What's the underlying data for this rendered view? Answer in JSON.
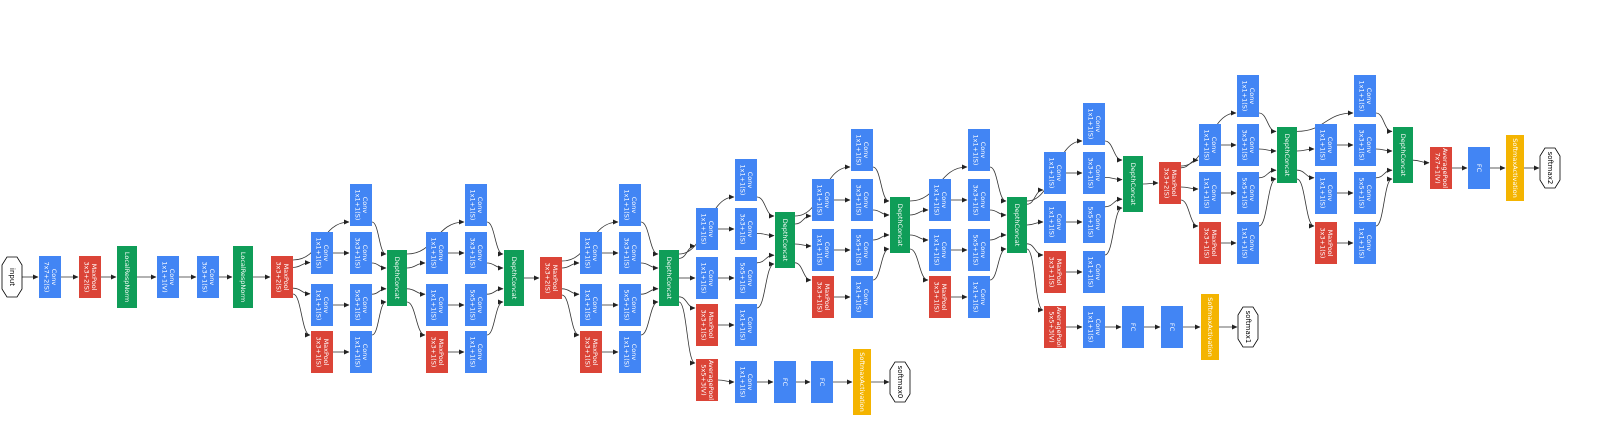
{
  "colors": {
    "conv": "#4285f4",
    "pool": "#db4437",
    "concat": "#0f9d58",
    "softmax": "#f4b400",
    "io": "#ffffff"
  },
  "nodes": [
    {
      "id": "input",
      "kind": "io",
      "label": [
        "input"
      ]
    },
    {
      "id": "conv1",
      "kind": "conv",
      "label": [
        "Conv",
        "7x7+2(S)"
      ]
    },
    {
      "id": "pool1",
      "kind": "pool",
      "label": [
        "MaxPool",
        "3x3+2(S)"
      ]
    },
    {
      "id": "lrn1",
      "kind": "concat",
      "label": [
        "LocalRespNorm"
      ]
    },
    {
      "id": "conv2",
      "kind": "conv",
      "label": [
        "Conv",
        "1x1+1(V)"
      ]
    },
    {
      "id": "conv3",
      "kind": "conv",
      "label": [
        "Conv",
        "3x3+1(S)"
      ]
    },
    {
      "id": "lrn2",
      "kind": "concat",
      "label": [
        "LocalRespNorm"
      ]
    },
    {
      "id": "pool2",
      "kind": "pool",
      "label": [
        "MaxPool",
        "3x3+2(S)"
      ]
    },
    {
      "id": "pool3",
      "kind": "pool",
      "label": [
        "MaxPool",
        "3x3+2(S)"
      ]
    },
    {
      "id": "pool4",
      "kind": "pool",
      "label": [
        "MaxPool",
        "3x3+2(S)"
      ]
    },
    {
      "id": "avgpool",
      "kind": "pool",
      "label": [
        "AveragePool",
        "7x7+1(V)"
      ]
    },
    {
      "id": "fc",
      "kind": "conv",
      "label": [
        "FC"
      ]
    },
    {
      "id": "sm",
      "kind": "softmax",
      "label": [
        "SoftmaxActivation"
      ]
    },
    {
      "id": "softmax2",
      "kind": "io",
      "label": [
        "softmax2"
      ]
    },
    {
      "id": "ap0",
      "kind": "pool",
      "label": [
        "AveragePool",
        "5x5+3(V)"
      ]
    },
    {
      "id": "cv0",
      "kind": "conv",
      "label": [
        "Conv",
        "1x1+1(S)"
      ]
    },
    {
      "id": "fc0a",
      "kind": "conv",
      "label": [
        "FC"
      ]
    },
    {
      "id": "fc0b",
      "kind": "conv",
      "label": [
        "FC"
      ]
    },
    {
      "id": "sm0",
      "kind": "softmax",
      "label": [
        "SoftmaxActivation"
      ]
    },
    {
      "id": "softmax0",
      "kind": "io",
      "label": [
        "softmax0"
      ]
    },
    {
      "id": "ap1",
      "kind": "pool",
      "label": [
        "AveragePool",
        "5x5+3(V)"
      ]
    },
    {
      "id": "cv1",
      "kind": "conv",
      "label": [
        "Conv",
        "1x1+1(S)"
      ]
    },
    {
      "id": "fc1a",
      "kind": "conv",
      "label": [
        "FC"
      ]
    },
    {
      "id": "fc1b",
      "kind": "conv",
      "label": [
        "FC"
      ]
    },
    {
      "id": "sm1",
      "kind": "softmax",
      "label": [
        "SoftmaxActivation"
      ]
    },
    {
      "id": "softmax1",
      "kind": "io",
      "label": [
        "softmax1"
      ]
    }
  ],
  "inception_labels": {
    "top": [
      "Conv",
      "1x1+1(S)"
    ],
    "r3": [
      "Conv",
      "1x1+1(S)"
    ],
    "c3": [
      "Conv",
      "3x3+1(S)"
    ],
    "r5": [
      "Conv",
      "1x1+1(S)"
    ],
    "c5": [
      "Conv",
      "5x5+1(S)"
    ],
    "mp": [
      "MaxPool",
      "3x3+1(S)"
    ],
    "pj": [
      "Conv",
      "1x1+1(S)"
    ],
    "dc": [
      "DepthConcat"
    ]
  },
  "modules": [
    {
      "id": "i3a",
      "input": "pool2"
    },
    {
      "id": "i3b",
      "input": "i3a_dc"
    },
    {
      "id": "i4a",
      "input": "pool3"
    },
    {
      "id": "i4b",
      "input": "i4a_dc"
    },
    {
      "id": "i4c",
      "input": "i4b_dc"
    },
    {
      "id": "i4d",
      "input": "i4c_dc"
    },
    {
      "id": "i4e",
      "input": "i4d_dc"
    },
    {
      "id": "i5a",
      "input": "pool4"
    },
    {
      "id": "i5b",
      "input": "i5a_dc"
    }
  ],
  "edges": [
    [
      "input",
      "conv1"
    ],
    [
      "conv1",
      "pool1"
    ],
    [
      "pool1",
      "lrn1"
    ],
    [
      "lrn1",
      "conv2"
    ],
    [
      "conv2",
      "conv3"
    ],
    [
      "conv3",
      "lrn2"
    ],
    [
      "lrn2",
      "pool2"
    ],
    [
      "i3b_dc",
      "pool3"
    ],
    [
      "i4e_dc",
      "pool4"
    ],
    [
      "i5b_dc",
      "avgpool"
    ],
    [
      "avgpool",
      "fc"
    ],
    [
      "fc",
      "sm"
    ],
    [
      "sm",
      "softmax2"
    ],
    [
      "i4a_dc",
      "ap0"
    ],
    [
      "ap0",
      "cv0"
    ],
    [
      "cv0",
      "fc0a"
    ],
    [
      "fc0a",
      "fc0b"
    ],
    [
      "fc0b",
      "sm0"
    ],
    [
      "sm0",
      "softmax0"
    ],
    [
      "i4d_dc",
      "ap1"
    ],
    [
      "ap1",
      "cv1"
    ],
    [
      "cv1",
      "fc1a"
    ],
    [
      "fc1a",
      "fc1b"
    ],
    [
      "fc1b",
      "sm1"
    ],
    [
      "sm1",
      "softmax1"
    ]
  ]
}
